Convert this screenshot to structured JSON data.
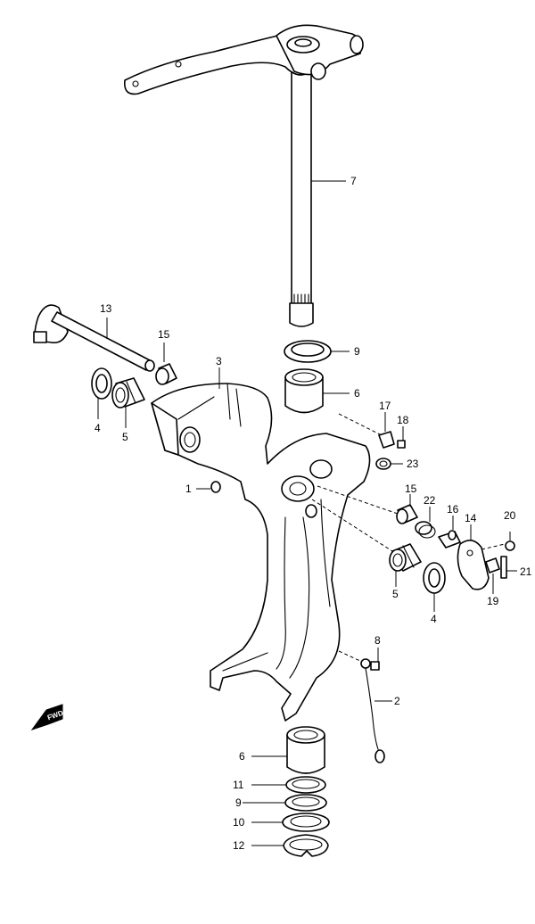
{
  "diagram": {
    "fwd_label": "FWD",
    "part_numbers": {
      "p1": "1",
      "p2": "2",
      "p3": "3",
      "p4a": "4",
      "p4b": "4",
      "p5a": "5",
      "p5b": "5",
      "p6a": "6",
      "p6b": "6",
      "p7": "7",
      "p8": "8",
      "p9a": "9",
      "p9b": "9",
      "p10": "10",
      "p11": "11",
      "p12": "12",
      "p13": "13",
      "p14": "14",
      "p15a": "15",
      "p15b": "15",
      "p16": "16",
      "p17": "17",
      "p18": "18",
      "p19": "19",
      "p20": "20",
      "p21": "21",
      "p22": "22",
      "p23": "23"
    }
  }
}
